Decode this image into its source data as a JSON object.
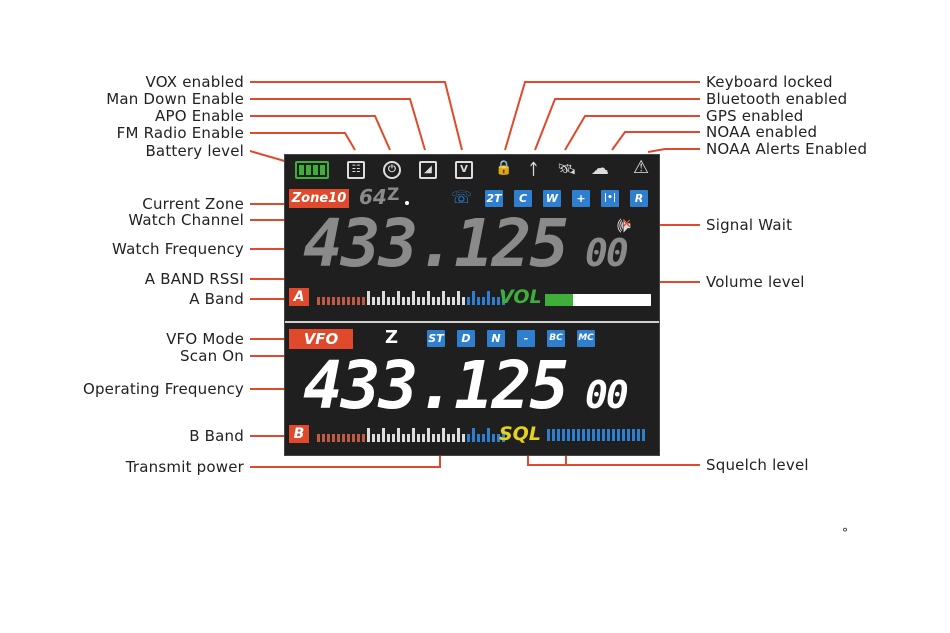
{
  "labels_left": [
    {
      "key": "vox",
      "text": "VOX enabled"
    },
    {
      "key": "mandown",
      "text": "Man Down Enable"
    },
    {
      "key": "apo",
      "text": "APO Enable"
    },
    {
      "key": "fm",
      "text": "FM Radio Enable"
    },
    {
      "key": "battery",
      "text": "Battery level"
    },
    {
      "key": "zone",
      "text": "Current Zone"
    },
    {
      "key": "watchch",
      "text": "Watch Channel"
    },
    {
      "key": "watchfreq",
      "text": "Watch Frequency"
    },
    {
      "key": "rssi",
      "text": "A BAND RSSI"
    },
    {
      "key": "aband",
      "text": "A Band"
    },
    {
      "key": "vfo",
      "text": "VFO Mode"
    },
    {
      "key": "scan",
      "text": "Scan On"
    },
    {
      "key": "opfreq",
      "text": "Operating Frequency"
    },
    {
      "key": "bband",
      "text": "B Band"
    },
    {
      "key": "txpower",
      "text": "Transmit power"
    }
  ],
  "labels_right": [
    {
      "key": "keylock",
      "text": "Keyboard locked"
    },
    {
      "key": "bt",
      "text": "Bluetooth enabled"
    },
    {
      "key": "gps",
      "text": "GPS enabled"
    },
    {
      "key": "noaa",
      "text": "NOAA enabled"
    },
    {
      "key": "noaaalert",
      "text": "NOAA Alerts Enabled"
    },
    {
      "key": "sigwait",
      "text": "Signal Wait"
    },
    {
      "key": "volume",
      "text": "Volume level"
    },
    {
      "key": "squelch",
      "text": "Squelch level"
    }
  ],
  "screen": {
    "zone_tag": "Zone10",
    "watch_channel": "64",
    "scan_mark_top": "Z",
    "watch_freq_main": "433.125",
    "watch_freq_sub": "00",
    "a_band_tag": "A",
    "vol_label": "VOL",
    "vfo_tag": "VFO",
    "scan_mark_bottom": "Z",
    "op_freq_main": "433.125",
    "op_freq_sub": "00",
    "b_band_tag": "B",
    "sql_label": "SQL",
    "top_icons": [
      "2T",
      "C",
      "W",
      "+",
      "|•|",
      "R"
    ],
    "bottom_icons": [
      "ST",
      "D",
      "N",
      "-",
      "BC",
      "MC"
    ],
    "colors": {
      "accent": "#e0492b",
      "blue": "#2f7fd1",
      "green": "#3fae3a",
      "yellow": "#e7d21a",
      "grey": "#8a8a8a"
    }
  }
}
